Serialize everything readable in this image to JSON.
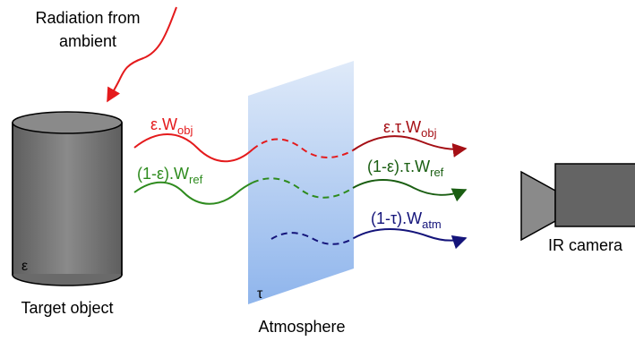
{
  "labels": {
    "ambient_line1": "Radiation from",
    "ambient_line2": "ambient",
    "emissivity_symbol": "ε",
    "target": "Target object",
    "tau_symbol": "τ",
    "atmosphere": "Atmosphere",
    "camera": "IR camera"
  },
  "equations": {
    "emit_in": {
      "main": "ε.W",
      "sub": "obj"
    },
    "refl_in": {
      "main": "(1-ε).W",
      "sub": "ref"
    },
    "emit_out": {
      "main": "ε.τ.W",
      "sub": "obj"
    },
    "refl_out": {
      "main": "(1-ε).τ.W",
      "sub": "ref"
    },
    "atm_out": {
      "main": "(1-τ).W",
      "sub": "atm"
    }
  },
  "colors": {
    "emitted_in": "#e41a1c",
    "emitted_out": "#a50f15",
    "reflected_in": "#2e8b1e",
    "reflected_out": "#1a5e12",
    "atmospheric": "#14147a",
    "ambient": "#e41a1c",
    "cylinder": "#7a7a7a",
    "camera": "#707070"
  }
}
